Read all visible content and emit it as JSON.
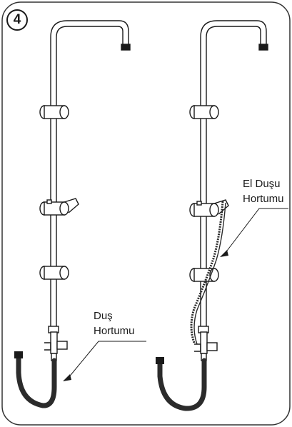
{
  "step": {
    "number": "4"
  },
  "labels": {
    "left_line1": "Duş",
    "left_line2": "Hortumu",
    "right_line1": "El Duşu",
    "right_line2": "Hortumu"
  },
  "colors": {
    "line": "#1a1a1a",
    "hose": "#2b2b2b",
    "frame": "#333333"
  }
}
